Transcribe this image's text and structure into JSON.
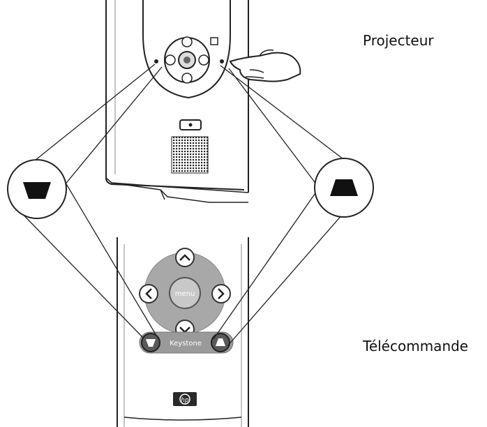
{
  "labels": {
    "projector": "Projecteur",
    "remote": "Télécommande"
  },
  "remote": {
    "center_button": "menu",
    "keystone_label": "Keystone",
    "brand_logo": "hp"
  },
  "icons": {
    "left_callout": "trapezoid-down-icon",
    "right_callout": "trapezoid-up-icon",
    "hand": "pointing-hand-icon"
  },
  "colors": {
    "remote_dpad": "#a8a8a8",
    "keystone_strip": "#9a9a9a",
    "logo_bg": "#2a2a2a"
  }
}
